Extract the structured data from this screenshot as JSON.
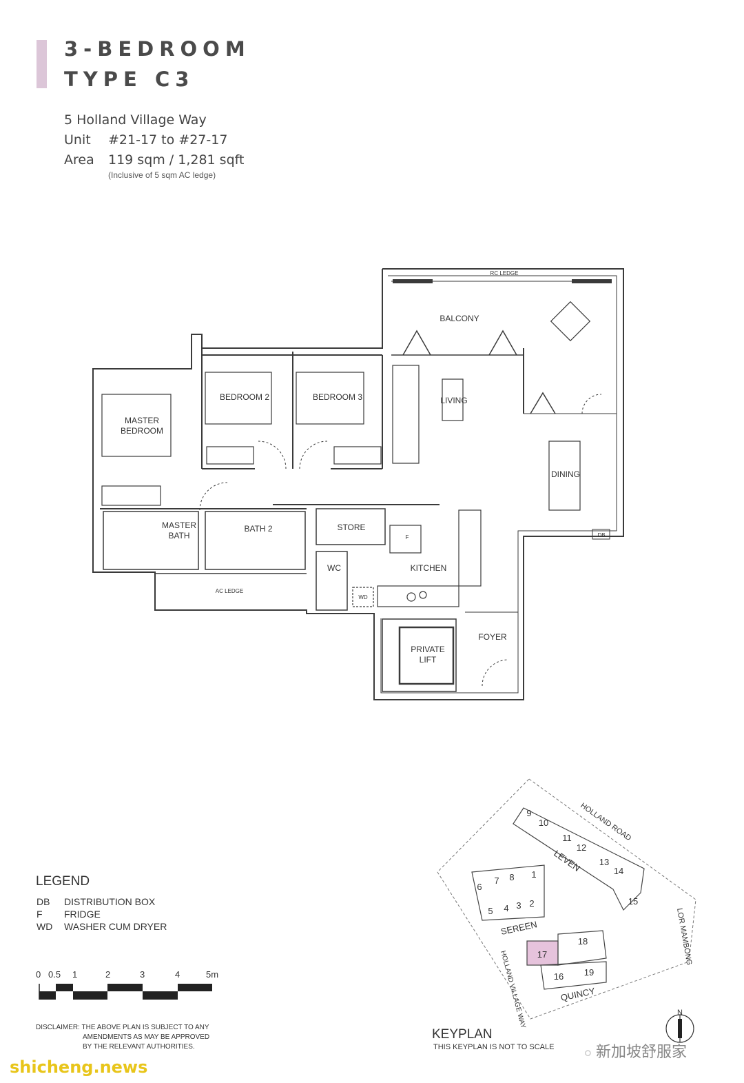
{
  "title": {
    "line1": "3-BEDROOM",
    "line2": "TYPE C3"
  },
  "info": {
    "address": "5 Holland Village Way",
    "unit_label": "Unit",
    "unit_value": "#21-17 to #27-17",
    "area_label": "Area",
    "area_value": "119 sqm / 1,281 sqft",
    "area_note": "(Inclusive of 5 sqm AC ledge)"
  },
  "rooms": {
    "rc_ledge": "RC LEDGE",
    "balcony": "BALCONY",
    "living": "LIVING",
    "bedroom2": "BEDROOM 2",
    "bedroom3": "BEDROOM 3",
    "master_bedroom_1": "MASTER",
    "master_bedroom_2": "BEDROOM",
    "master_bath_1": "MASTER",
    "master_bath_2": "BATH",
    "bath2": "BATH 2",
    "store": "STORE",
    "wc": "WC",
    "kitchen": "KITCHEN",
    "dining": "DINING",
    "db": "DB",
    "f": "F",
    "wd": "WD",
    "ac_ledge": "AC LEDGE",
    "foyer": "FOYER",
    "private_lift_1": "PRIVATE",
    "private_lift_2": "LIFT"
  },
  "legend": {
    "title": "LEGEND",
    "items": [
      {
        "code": "DB",
        "text": "DISTRIBUTION BOX"
      },
      {
        "code": "F",
        "text": "FRIDGE"
      },
      {
        "code": "WD",
        "text": "WASHER CUM DRYER"
      }
    ]
  },
  "scale": {
    "labels": [
      "0",
      "0.5",
      "1",
      "2",
      "3",
      "4",
      "5m"
    ]
  },
  "disclaimer": {
    "line1": "DISCLAIMER: THE ABOVE PLAN IS SUBJECT TO ANY",
    "line2": "AMENDMENTS AS MAY BE APPROVED",
    "line3": "BY THE RELEVANT AUTHORITIES."
  },
  "keyplan": {
    "title": "KEYPLAN",
    "note": "THIS KEYPLAN IS NOT TO SCALE",
    "roads": {
      "holland_road": "HOLLAND ROAD",
      "lor_mambong": "LOR MAMBONG",
      "holland_village_way": "HOLLAND VILLAGE WAY"
    },
    "clusters": {
      "leven": "LEVEN",
      "sereen": "SEREEN",
      "quincy": "QUINCY"
    },
    "blocks": [
      "9",
      "10",
      "11",
      "12",
      "13",
      "14",
      "15",
      "6",
      "7",
      "8",
      "1",
      "5",
      "4",
      "3",
      "2",
      "17",
      "18",
      "16",
      "19"
    ],
    "highlight_block": "17",
    "highlight_color": "#e6c3dc",
    "north": "N"
  },
  "watermark": {
    "site": "shicheng.news",
    "brand": "新加坡舒服家"
  },
  "colors": {
    "accent": "#dcc6d8",
    "line": "#3a3a3a"
  }
}
